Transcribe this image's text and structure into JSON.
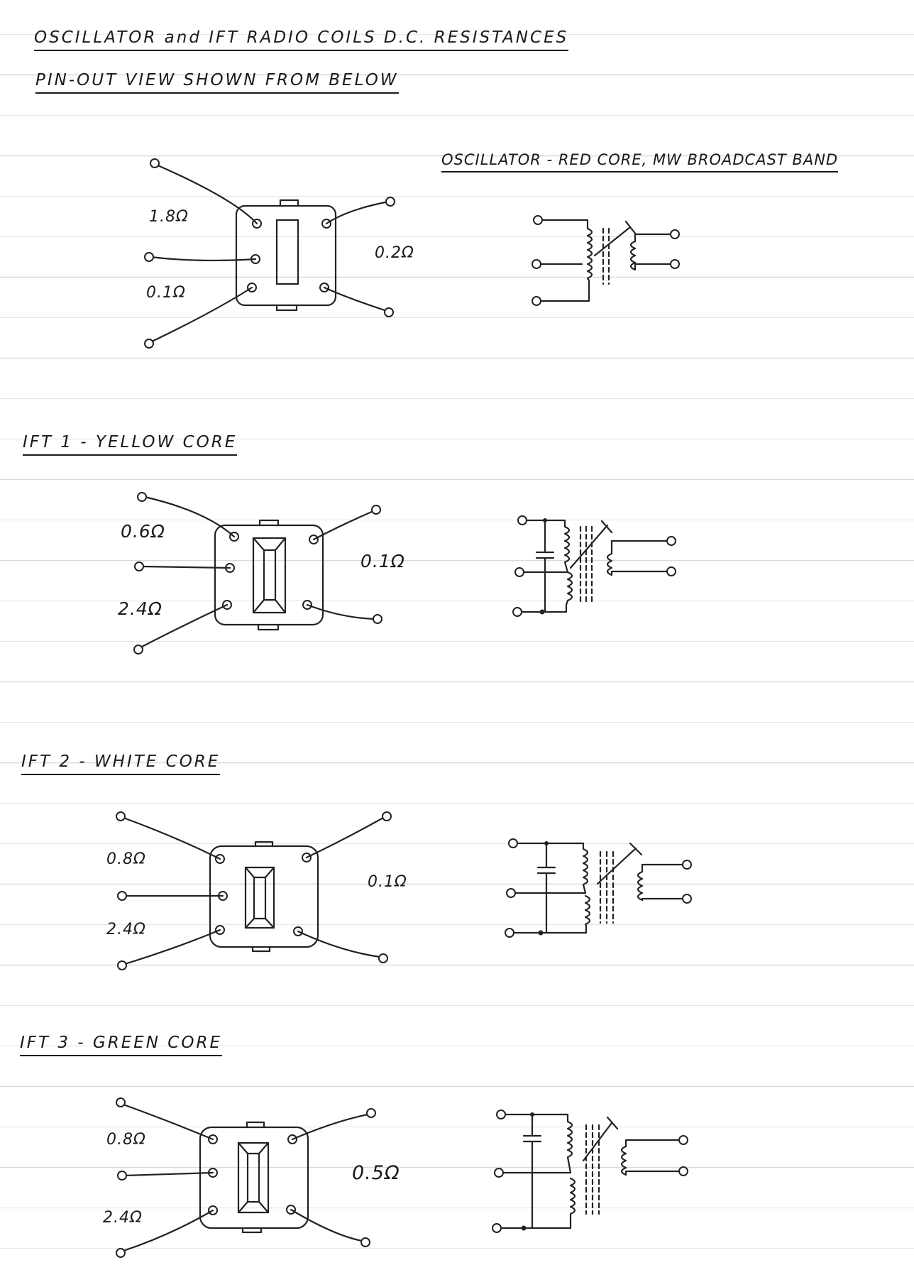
{
  "page": {
    "title_line1": "OSCILLATOR and IFT RADIO COILS D.C. RESISTANCES",
    "title_line2": "PIN-OUT VIEW SHOWN FROM BELOW"
  },
  "sections": [
    {
      "heading": "OSCILLATOR - RED CORE, MW BROADCAST BAND",
      "resistances": [
        "1.8Ω",
        "0.1Ω",
        "0.2Ω"
      ]
    },
    {
      "heading": "IFT 1 - YELLOW CORE",
      "resistances": [
        "0.6Ω",
        "2.4Ω",
        "0.1Ω"
      ]
    },
    {
      "heading": "IFT 2 - WHITE CORE",
      "resistances": [
        "0.8Ω",
        "2.4Ω",
        "0.1Ω"
      ]
    },
    {
      "heading": "IFT 3 - GREEN CORE",
      "resistances": [
        "0.8Ω",
        "2.4Ω",
        "0.5Ω"
      ]
    }
  ]
}
